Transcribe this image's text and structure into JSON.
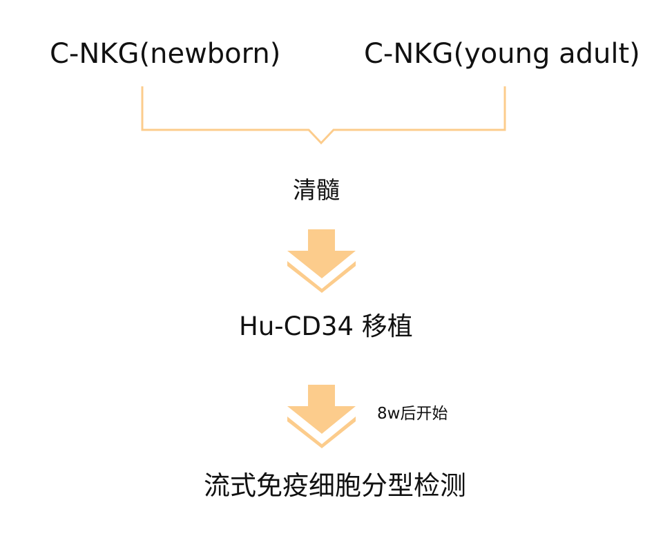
{
  "colors": {
    "accent": "#FCCC8C",
    "text": "#111111",
    "background": "#ffffff"
  },
  "flow": {
    "sources": [
      {
        "label": "C-NKG(newborn)"
      },
      {
        "label": "C-NKG(young adult)"
      }
    ],
    "steps": [
      {
        "label": "清髓"
      },
      {
        "label": "Hu-CD34 移植",
        "note": "8w后开始"
      },
      {
        "label": "流式免疫细胞分型检测"
      }
    ]
  }
}
